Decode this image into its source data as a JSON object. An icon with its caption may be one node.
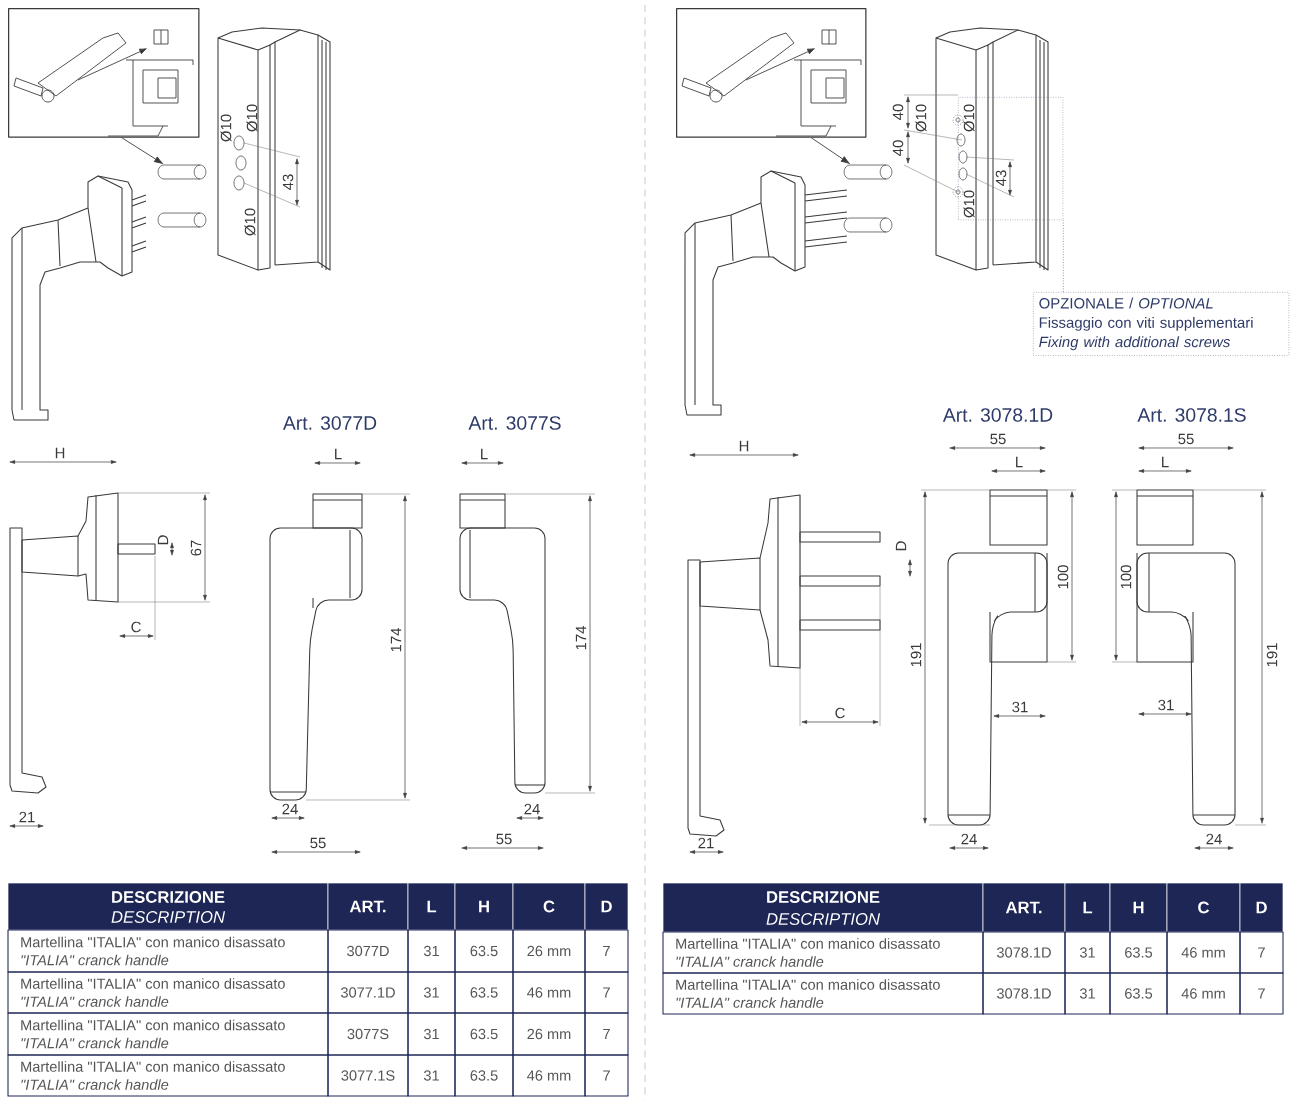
{
  "diagram": {
    "nodes": [
      {
        "text": [],
        "shape": "picture"
      },
      {
        "text": [],
        "shape": "cylinder"
      },
      {
        "text": [],
        "shape": "picture"
      },
      {
        "text": [],
        "shape": "cylinder"
      },
      {
        "text": [],
        "shape": "box"
      },
      {
        "text": [
          "OPZIONALE / *OPTIONAL*",
          "Fissaggio con viti supplementari",
          "Fixing with additional screws"
        ]
      }
    ],
    "edges": [
      {
        "from": 0,
        "to": 1,
        "arrow": "to"
      },
      {
        "from": 2,
        "to": 3,
        "arrow": "to"
      },
      {
        "from": 5,
        "to": 4,
        "arrow": "none",
        "style": "dashed",
        "color": "#6d7695"
      }
    ],
    "labels": [
      "Ø10",
      "Ø10",
      "43",
      "Ø10",
      "Art. 3077D",
      "Art. 3077S",
      "H",
      "D",
      "67",
      "C",
      "21",
      "L",
      "174",
      "24",
      "55",
      "L",
      "174",
      "24",
      "55",
      "40",
      "40",
      "Ø10",
      "Ø10",
      "43",
      "Ø10",
      "Art. 3078.1D",
      "Art. 3078.1S",
      "H",
      "55",
      "L",
      "55",
      "L",
      "D",
      "100",
      "100",
      "191",
      "191",
      "C",
      "31",
      "31",
      "21",
      "24",
      "24",
      "DESCRIZIONE",
      "DESCRIPTION",
      "ART.",
      "L",
      "H",
      "C",
      "D",
      "Martellina \"ITALIA\" con manico disassato",
      "\"ITALIA\" cranck handle",
      "3077D",
      "31",
      "63.5",
      "26 mm",
      "7",
      "Martellina \"ITALIA\" con manico disassato",
      "\"ITALIA\" cranck handle",
      "3077.1D",
      "31",
      "63.5",
      "46 mm",
      "7",
      "Martellina \"ITALIA\" con manico disassato",
      "\"ITALIA\" cranck handle",
      "3077S",
      "31",
      "63.5",
      "26 mm",
      "7",
      "Martellina \"ITALIA\" con manico disassato",
      "\"ITALIA\" cranck handle",
      "3077.1S",
      "31",
      "63.5",
      "46 mm",
      "7",
      "DESCRIZIONE",
      "DESCRIPTION",
      "ART.",
      "L",
      "H",
      "C",
      "D",
      "Martellina \"ITALIA\" con manico disassato",
      "\"ITALIA\" cranck handle",
      "3078.1D",
      "31",
      "63.5",
      "46 mm",
      "7",
      "Martellina \"ITALIA\" con manico disassato",
      "\"ITALIA\" cranck handle",
      "3078.1D",
      "31",
      "63.5",
      "46 mm",
      "7"
    ]
  }
}
